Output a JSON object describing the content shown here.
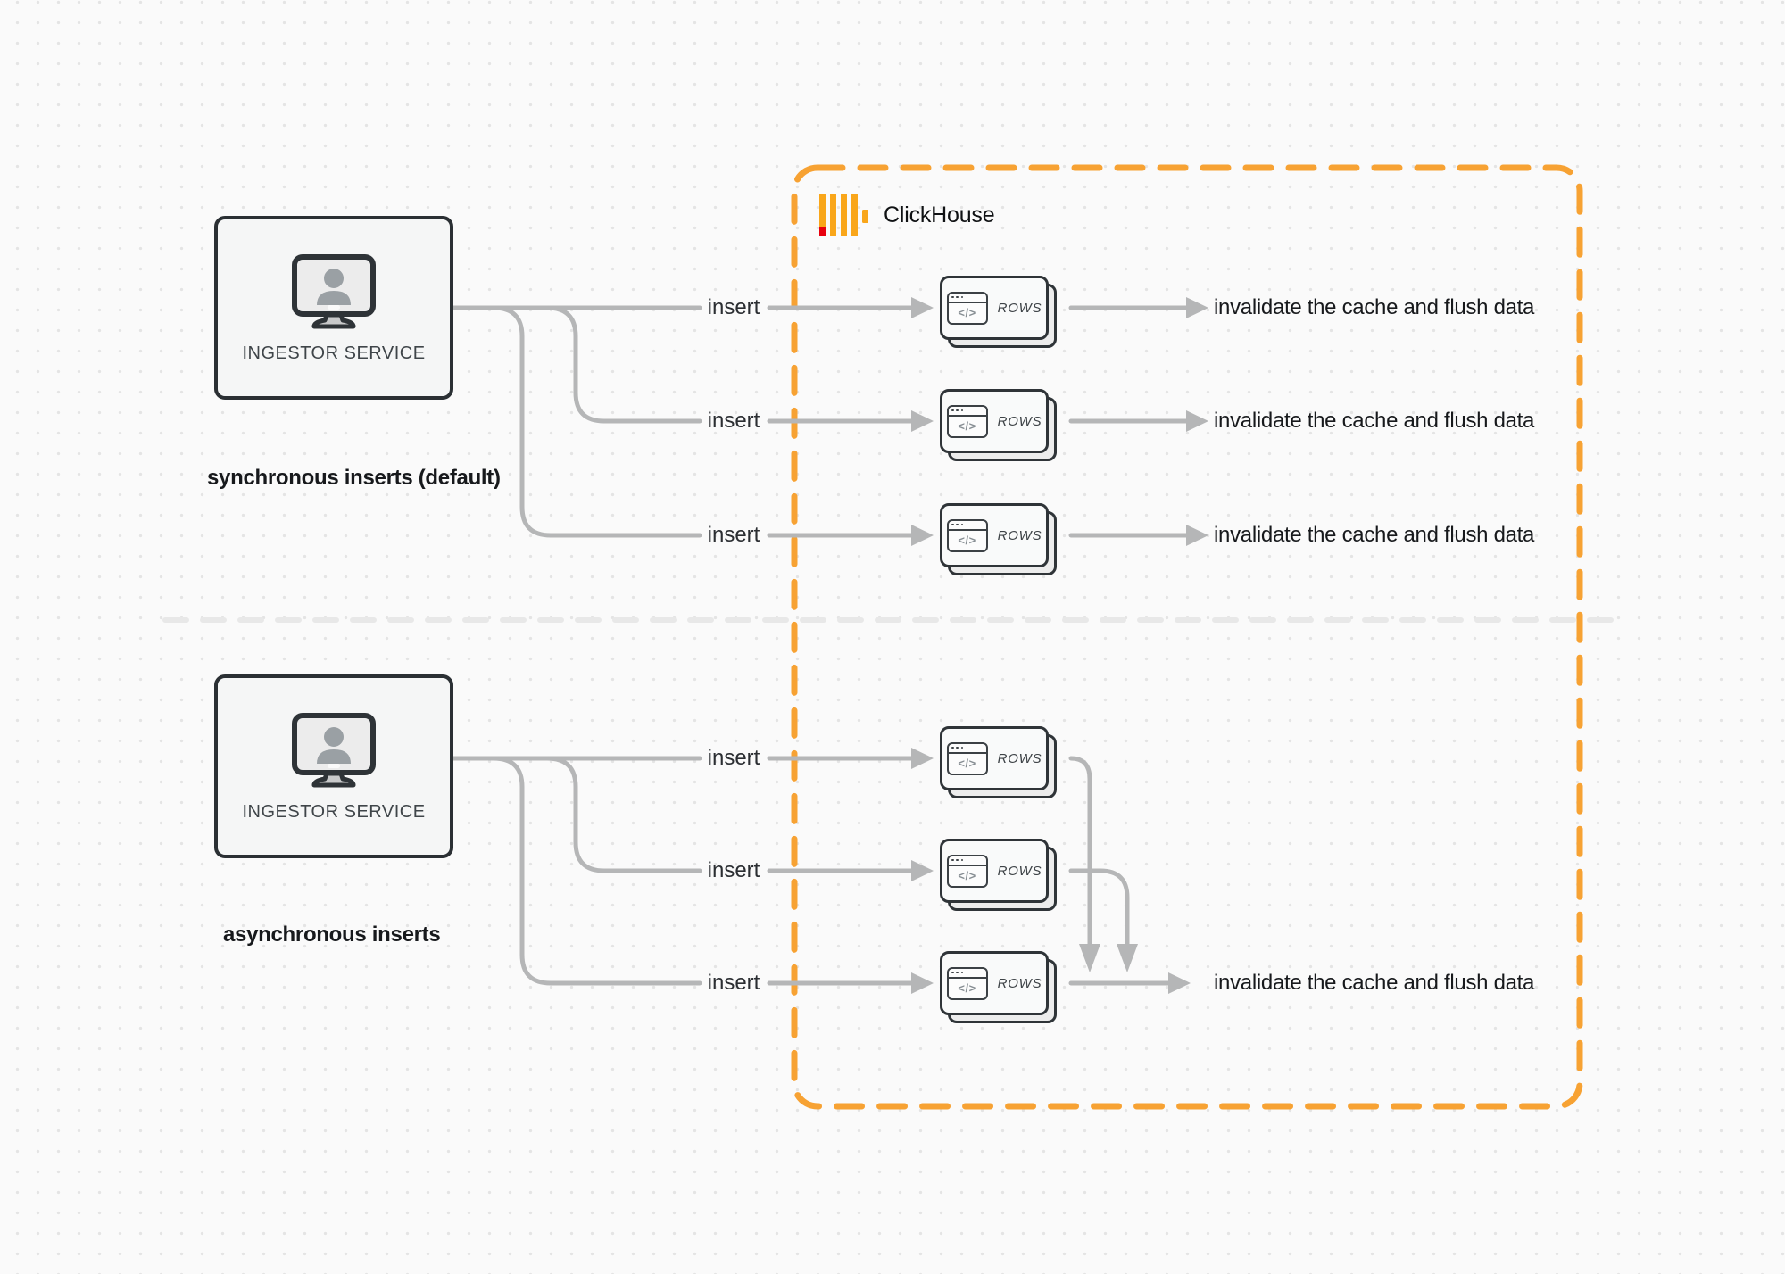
{
  "clickhouse_panel": {
    "title": "ClickHouse",
    "border_color": "#f7a233",
    "logo_yellow": "#f9a61a",
    "logo_red": "#e8000e"
  },
  "icons": {
    "code_glyph": "</>"
  },
  "sync_section": {
    "ingestor_label": "INGESTOR SERVICE",
    "caption": "synchronous inserts (default)",
    "rows": [
      {
        "insert_label": "insert",
        "node_label": "ROWS",
        "result_label": "invalidate the cache and flush data"
      },
      {
        "insert_label": "insert",
        "node_label": "ROWS",
        "result_label": "invalidate the cache and flush data"
      },
      {
        "insert_label": "insert",
        "node_label": "ROWS",
        "result_label": "invalidate the cache and flush data"
      }
    ]
  },
  "async_section": {
    "ingestor_label": "INGESTOR SERVICE",
    "caption": "asynchronous inserts",
    "rows": [
      {
        "insert_label": "insert",
        "node_label": "ROWS"
      },
      {
        "insert_label": "insert",
        "node_label": "ROWS"
      },
      {
        "insert_label": "insert",
        "node_label": "ROWS"
      }
    ],
    "result_label": "invalidate the cache and flush data"
  },
  "colors": {
    "connector": "#b5b6b7",
    "divider": "#e8e8e8",
    "card_border": "#2f3438",
    "background": "#fafafa"
  }
}
